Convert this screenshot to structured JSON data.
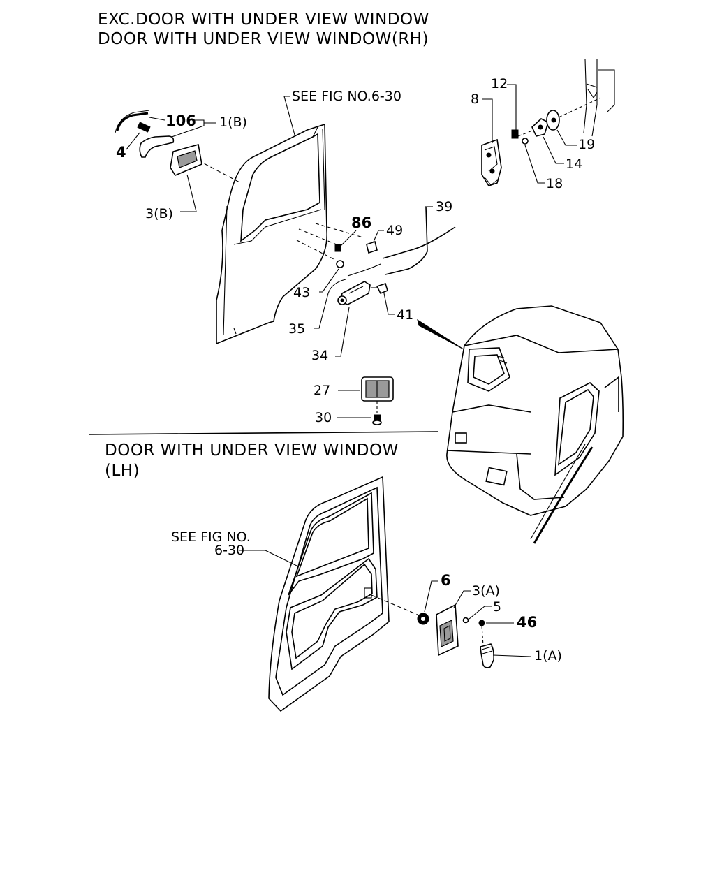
{
  "titles": {
    "rh_line1": "EXC.DOOR WITH UNDER VIEW WINDOW",
    "rh_line2": "DOOR WITH UNDER VIEW WINDOW(RH)",
    "lh_line1": "DOOR WITH UNDER VIEW WINDOW",
    "lh_line2": "(LH)"
  },
  "references": {
    "rh_see_fig": "SEE FIG NO.6-30",
    "lh_see_fig_line1": "SEE FIG NO.",
    "lh_see_fig_line2": "6-30"
  },
  "callouts_rh": {
    "p106": "106",
    "p1b": "1(B)",
    "p4": "4",
    "p3b": "3(B)",
    "p12": "12",
    "p8": "8",
    "p19": "19",
    "p14": "14",
    "p18": "18",
    "p39": "39",
    "p86": "86",
    "p49": "49",
    "p43": "43",
    "p41": "41",
    "p35": "35",
    "p34": "34",
    "p27": "27",
    "p30": "30"
  },
  "callouts_lh": {
    "p6": "6",
    "p3a": "3(A)",
    "p5": "5",
    "p46": "46",
    "p1a": "1(A)"
  }
}
